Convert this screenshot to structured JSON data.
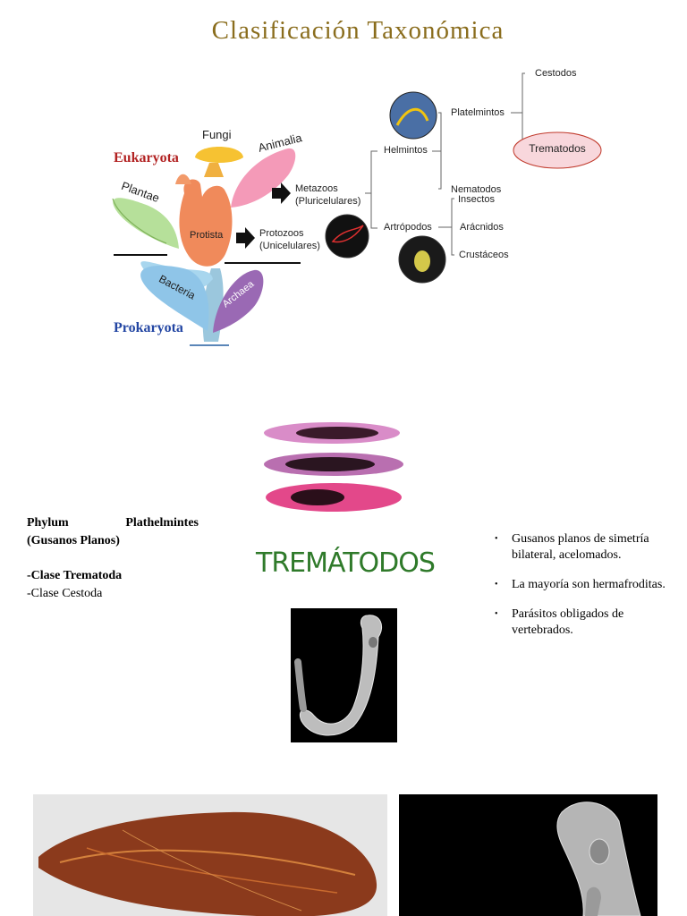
{
  "title": "Clasificación Taxonómica",
  "tree": {
    "eukaryota": "Eukaryota",
    "prokaryota": "Prokaryota",
    "fungi": "Fungi",
    "animalia": "Animalia",
    "plantae": "Plantae",
    "protista": "Protista",
    "bacteria": "Bacteria",
    "archaea": "Archaea"
  },
  "classification": {
    "metazoos": "Metazoos",
    "metazoos_sub": "(Pluricelulares)",
    "protozoos": "Protozoos",
    "protozoos_sub": "(Unicelulares)",
    "helmintos": "Helmintos",
    "artropodos": "Artrópodos",
    "platelmintos": "Platelmintos",
    "nematodos": "Nematodos",
    "cestodos": "Cestodos",
    "trematodos": "Trematodos",
    "insectos": "Insectos",
    "aracnidos": "Arácnidos",
    "crustaceos": "Crustáceos"
  },
  "left_text": {
    "phylum_word": "Phylum",
    "phylum_name": "Plathelmintes",
    "phylum_sub": "(Gusanos Planos)",
    "clase_1": "-Clase Trematoda",
    "clase_2": "-Clase Cestoda"
  },
  "center_title": "TREMÁTODOS",
  "bullets": [
    "Gusanos planos de simetría bilateral, acelomados.",
    "La mayoría son hermafroditas.",
    "Parásitos obligados de vertebrados."
  ],
  "colors": {
    "title": "#8a6d1d",
    "trematodos_fill": "#f8d7dc",
    "trematodos_stroke": "#c0392b",
    "heading_green": "#2f7a2a"
  }
}
